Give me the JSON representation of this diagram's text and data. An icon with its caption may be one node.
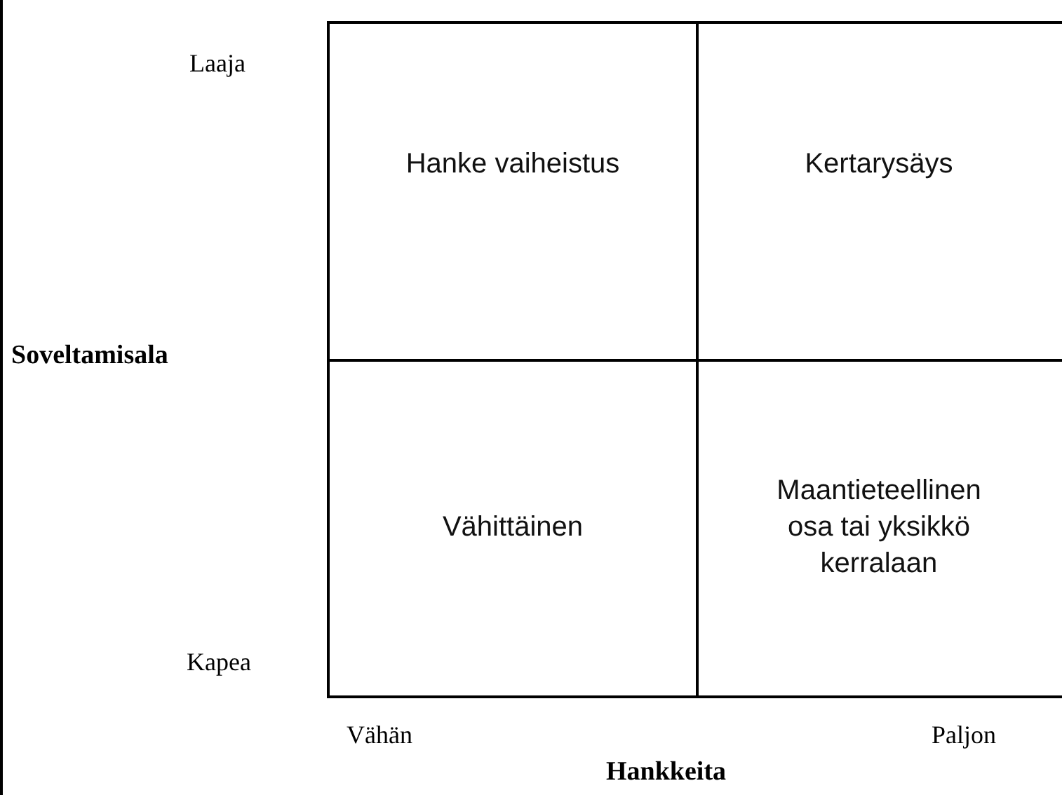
{
  "diagram": {
    "nodes": [
      {
        "text": [
          "Hanke vaiheistus"
        ]
      },
      {
        "text": [
          "Kertarysäys"
        ]
      },
      {
        "text": [
          "Vähittäinen"
        ]
      },
      {
        "text": [
          "Maantieteellinen osa tai yksikkö kerralaan"
        ]
      }
    ],
    "labels": [
      "Laaja",
      "Soveltamisala",
      "Kapea",
      "Vähän",
      "Paljon",
      "Hankkeita"
    ]
  }
}
